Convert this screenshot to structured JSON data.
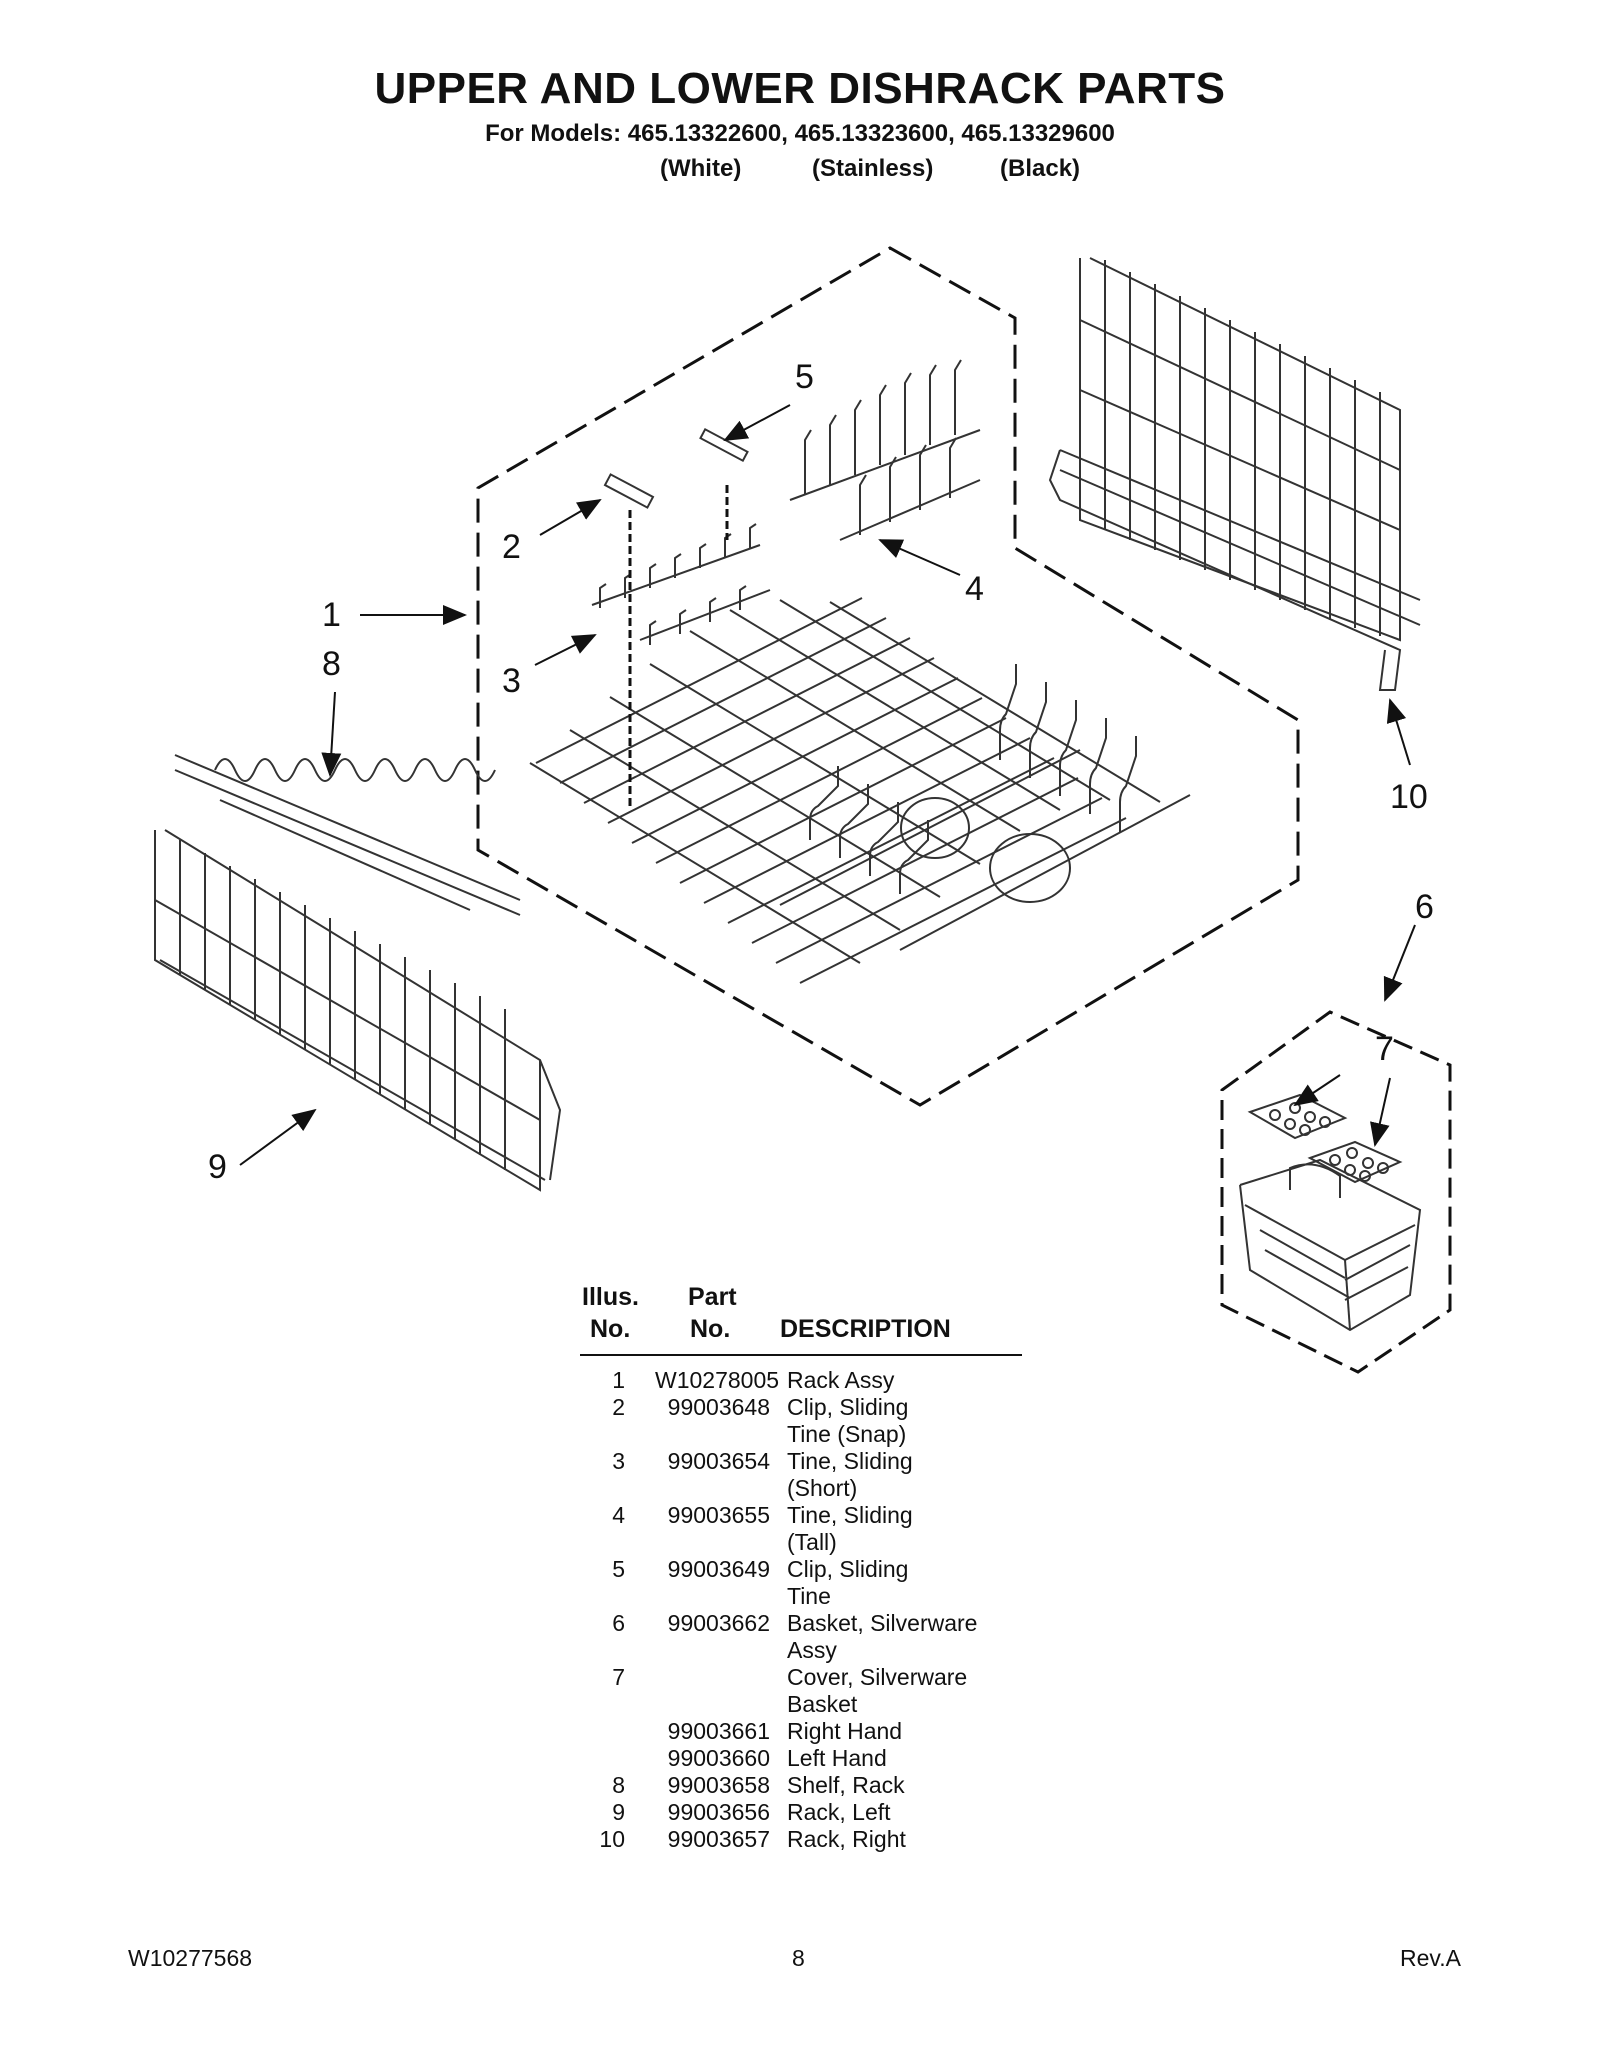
{
  "header": {
    "title": "UPPER AND LOWER DISHRACK PARTS",
    "models": "For Models: 465.13322600, 465.13323600, 465.13329600",
    "colors": [
      "(White)",
      "(Stainless)",
      "(Black)"
    ]
  },
  "callouts": [
    "1",
    "2",
    "3",
    "4",
    "5",
    "6",
    "7",
    "8",
    "9",
    "10"
  ],
  "table": {
    "headers": {
      "illus_line1": "Illus.",
      "illus_line2": "No.",
      "part_line1": "Part",
      "part_line2": "No.",
      "description": "DESCRIPTION"
    },
    "rows": [
      {
        "no": "1",
        "part": "W10278005",
        "desc": [
          "Rack Assy"
        ]
      },
      {
        "no": "2",
        "part": "99003648",
        "desc": [
          "Clip, Sliding",
          "Tine (Snap)"
        ]
      },
      {
        "no": "3",
        "part": "99003654",
        "desc": [
          "Tine, Sliding",
          "(Short)"
        ]
      },
      {
        "no": "4",
        "part": "99003655",
        "desc": [
          "Tine, Sliding",
          "(Tall)"
        ]
      },
      {
        "no": "5",
        "part": "99003649",
        "desc": [
          "Clip, Sliding",
          "Tine"
        ]
      },
      {
        "no": "6",
        "part": "99003662",
        "desc": [
          "Basket, Silverware",
          "Assy"
        ]
      },
      {
        "no": "7",
        "part": "",
        "desc": [
          "Cover, Silverware",
          "Basket"
        ]
      },
      {
        "no": "",
        "part": "99003661",
        "desc": [
          "Right Hand"
        ]
      },
      {
        "no": "",
        "part": "99003660",
        "desc": [
          "Left Hand"
        ]
      },
      {
        "no": "8",
        "part": "99003658",
        "desc": [
          "Shelf, Rack"
        ]
      },
      {
        "no": "9",
        "part": "99003656",
        "desc": [
          "Rack, Left"
        ]
      },
      {
        "no": "10",
        "part": "99003657",
        "desc": [
          "Rack, Right"
        ]
      }
    ]
  },
  "footer": {
    "doc_number": "W10277568",
    "page_number": "8",
    "revision": "Rev.A"
  }
}
